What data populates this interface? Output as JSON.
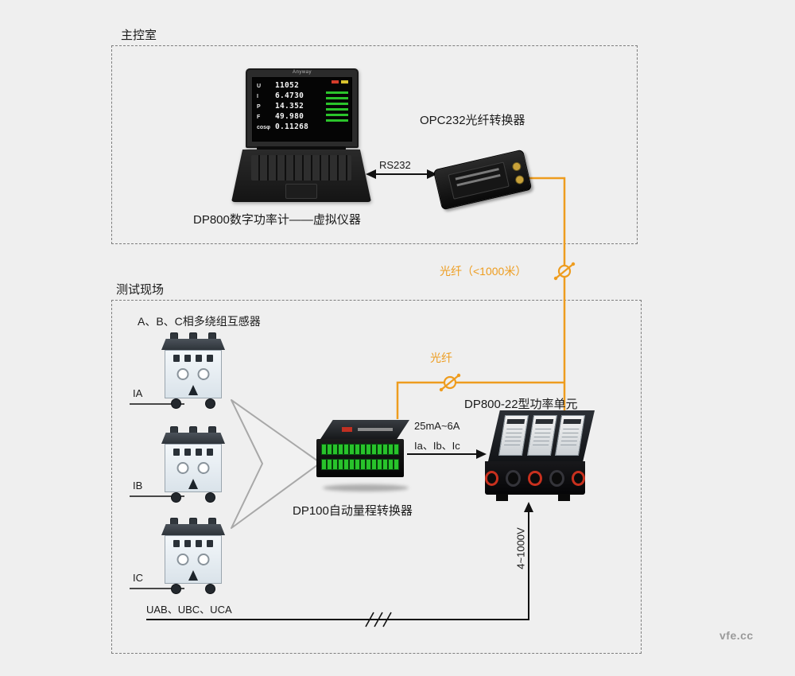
{
  "colors": {
    "background": "#efefef",
    "accent_orange": "#ee9c1e",
    "line_black": "#1a1a1a",
    "led_green": "#28c32b",
    "connector_red": "#c8301e"
  },
  "watermark": "vfe.cc",
  "control_room": {
    "title": "主控室",
    "laptop": {
      "brand": "Anyway",
      "caption": "DP800数字功率计——虚拟仪器",
      "readings": [
        {
          "name": "U",
          "value": "11052"
        },
        {
          "name": "I",
          "value": "6.4730"
        },
        {
          "name": "P",
          "value": "14.352"
        },
        {
          "name": "F",
          "value": "49.980"
        },
        {
          "name": "cosφ",
          "value": "0.11268"
        }
      ]
    },
    "rs232_label": "RS232",
    "opc_label": "OPC232光纤转换器"
  },
  "fiber": {
    "long_link_label": "光纤（<1000米）",
    "short_link_label": "光纤"
  },
  "test_site": {
    "title": "测试现场",
    "transformer_group_label": "A、B、C相多绕组互感器",
    "transformer_labels": [
      "IA",
      "IB",
      "IC"
    ],
    "dp100_label": "DP100自动量程转换器",
    "power_unit_label": "DP800-22型功率单元",
    "current_range_label": "25mA~6A",
    "current_phases_label": "Ia、Ib、Ic",
    "voltage_range_label": "4~1000V",
    "voltage_lines_label": "UAB、UBC、UCA"
  }
}
